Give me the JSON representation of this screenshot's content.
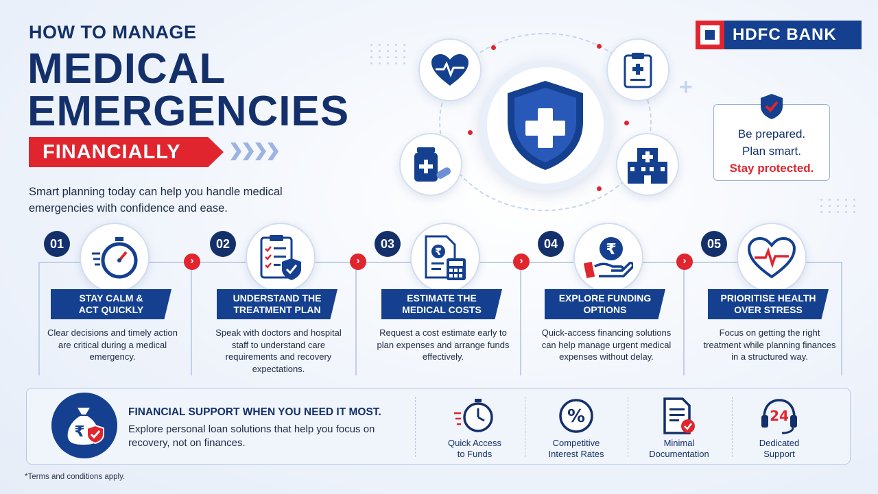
{
  "hero": {
    "kicker": "HOW TO MANAGE",
    "title_line1": "MEDICAL",
    "title_line2": "EMERGENCIES",
    "ribbon": "FINANCIALLY",
    "tagline": "Smart planning today can help you handle medical emergencies with confidence and ease."
  },
  "logo": {
    "text": "HDFC BANK"
  },
  "callout": {
    "line1": "Be prepared.",
    "line2": "Plan smart.",
    "line3": "Stay protected."
  },
  "hero_icons": [
    "heart-pulse-icon",
    "clipboard-icon",
    "medicine-icon",
    "hospital-icon",
    "shield-cross-icon"
  ],
  "steps": [
    {
      "num": "01",
      "label_l1": "STAY CALM &",
      "label_l2": "ACT QUICKLY",
      "icon": "stopwatch-icon",
      "desc": "Clear decisions and timely action are critical during a medical emergency."
    },
    {
      "num": "02",
      "label_l1": "UNDERSTAND THE",
      "label_l2": "TREATMENT PLAN",
      "icon": "checklist-shield-icon",
      "desc": "Speak with doctors and hospital staff to understand care requirements and recovery expectations."
    },
    {
      "num": "03",
      "label_l1": "ESTIMATE THE",
      "label_l2": "MEDICAL COSTS",
      "icon": "bill-calculator-icon",
      "desc": "Request a cost estimate early to plan expenses and arrange funds effectively."
    },
    {
      "num": "04",
      "label_l1": "EXPLORE FUNDING",
      "label_l2": "OPTIONS",
      "icon": "rupee-hand-icon",
      "desc": "Quick-access financing solutions can help manage urgent medical expenses without delay."
    },
    {
      "num": "05",
      "label_l1": "PRIORITISE HEALTH",
      "label_l2": "OVER STRESS",
      "icon": "heart-pulse-icon",
      "desc": "Focus on getting the right treatment while planning finances in a structured way."
    }
  ],
  "support": {
    "title": "FINANCIAL SUPPORT WHEN YOU NEED IT MOST.",
    "text": "Explore personal loan solutions that help you focus on recovery, not on finances.",
    "features": [
      {
        "l1": "Quick Access",
        "l2": "to Funds",
        "icon": "stopwatch-icon"
      },
      {
        "l1": "Competitive",
        "l2": "Interest Rates",
        "icon": "percent-icon"
      },
      {
        "l1": "Minimal",
        "l2": "Documentation",
        "icon": "document-check-icon"
      },
      {
        "l1": "Dedicated",
        "l2": "Support",
        "icon": "headset-24-icon",
        "badge": "24"
      }
    ]
  },
  "footnote": "*Terms and conditions apply.",
  "colors": {
    "navy": "#14306b",
    "brand_blue": "#14408f",
    "accent_red": "#e1252f"
  }
}
